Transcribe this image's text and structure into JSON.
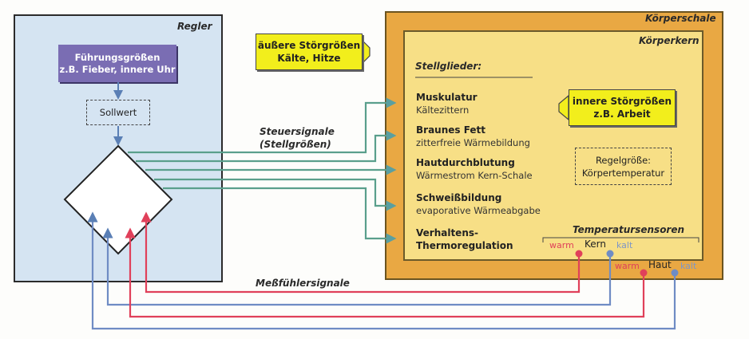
{
  "regler": {
    "title": "Regler",
    "fuehrungsgroessen": [
      "Führungsgrößen",
      "z.B. Fieber, innere Uhr"
    ],
    "sollwert": "Sollwert"
  },
  "aeussere_stoergroessen": [
    "äußere Störgrößen",
    "Kälte, Hitze"
  ],
  "steuersignale": [
    "Steuersignale",
    "(Stellgrößen)"
  ],
  "messfuehlersignale": "Meßfühlersignale",
  "koerperschale": {
    "title": "Körperschale",
    "koerperkern": {
      "title": "Körperkern",
      "stellglieder_heading": "Stellglieder:",
      "stellglieder": [
        {
          "name": "Muskulatur",
          "desc": "Kältezittern"
        },
        {
          "name": "Braunes Fett",
          "desc": "zitterfreie Wärmebildung"
        },
        {
          "name": "Hautdurchblutung",
          "desc": "Wärmestrom Kern-Schale"
        },
        {
          "name": "Schweißbildung",
          "desc": "evaporative Wärmeabgabe"
        },
        {
          "name": "Verhaltens-",
          "desc": "Thermoregulation"
        }
      ],
      "innere_stoergroessen": [
        "innere Störgrößen",
        "z.B. Arbeit"
      ],
      "regelgroesse": [
        "Regelgröße:",
        "Körpertemperatur"
      ],
      "temperatursensoren": "Temperatursensoren",
      "kern_sensor": {
        "warm": "warm",
        "label": "Kern",
        "kalt": "kalt"
      }
    },
    "haut_sensor": {
      "warm": "warm",
      "label": "Haut",
      "kalt": "kalt"
    }
  },
  "colors": {
    "control": "#5a9f8c",
    "warm": "#e0405a",
    "cold": "#6f8cc4",
    "regler_bg": "#d5e4f2",
    "schale": "#e9a843",
    "kern": "#f7df86",
    "stoer": "#f2ee1c",
    "fuehrung": "#7a6db3"
  }
}
